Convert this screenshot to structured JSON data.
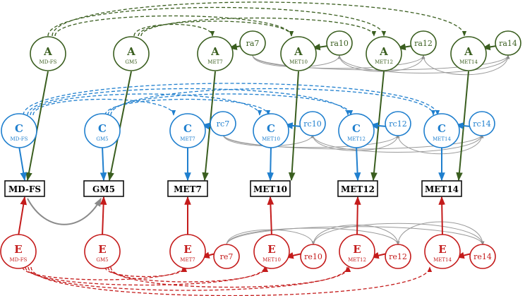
{
  "colors": {
    "additive": "#3a5e1f",
    "common": "#1f7fce",
    "unique": "#c41b1b",
    "residual_link": "#9a9a9a",
    "box": "#111111"
  },
  "boxes": [
    {
      "id": "MD-FS",
      "label": "MD-FS"
    },
    {
      "id": "GM5",
      "label": "GM5"
    },
    {
      "id": "MET7",
      "label": "MET7"
    },
    {
      "id": "MET10",
      "label": "MET10"
    },
    {
      "id": "MET12",
      "label": "MET12"
    },
    {
      "id": "MET14",
      "label": "MET14"
    }
  ],
  "A_factors": [
    {
      "id": "A-MD-FS",
      "letter": "A",
      "sub": "MD-FS"
    },
    {
      "id": "A-GM5",
      "letter": "A",
      "sub": "GM5"
    },
    {
      "id": "A-MET7",
      "letter": "A",
      "sub": "MET7"
    },
    {
      "id": "A-MET10",
      "letter": "A",
      "sub": "MET10"
    },
    {
      "id": "A-MET12",
      "letter": "A",
      "sub": "MET12"
    },
    {
      "id": "A-MET14",
      "letter": "A",
      "sub": "MET14"
    }
  ],
  "C_factors": [
    {
      "id": "C-MD-FS",
      "letter": "C",
      "sub": "MD-FS"
    },
    {
      "id": "C-GM5",
      "letter": "C",
      "sub": "GM5"
    },
    {
      "id": "C-MET7",
      "letter": "C",
      "sub": "MET7"
    },
    {
      "id": "C-MET10",
      "letter": "C",
      "sub": "MET10"
    },
    {
      "id": "C-MET12",
      "letter": "C",
      "sub": "MET12"
    },
    {
      "id": "C-MET14",
      "letter": "C",
      "sub": "MET14"
    }
  ],
  "E_factors": [
    {
      "id": "E-MD-FS",
      "letter": "E",
      "sub": "MD-FS"
    },
    {
      "id": "E-GM5",
      "letter": "E",
      "sub": "GM5"
    },
    {
      "id": "E-MET7",
      "letter": "E",
      "sub": "MET7"
    },
    {
      "id": "E-MET10",
      "letter": "E",
      "sub": "MET10"
    },
    {
      "id": "E-MET12",
      "letter": "E",
      "sub": "MET12"
    },
    {
      "id": "E-MET14",
      "letter": "E",
      "sub": "MET14"
    }
  ],
  "A_residuals": [
    {
      "id": "ra7",
      "label": "ra7"
    },
    {
      "id": "ra10",
      "label": "ra10"
    },
    {
      "id": "ra12",
      "label": "ra12"
    },
    {
      "id": "ra14",
      "label": "ra14"
    }
  ],
  "C_residuals": [
    {
      "id": "rc7",
      "label": "rc7"
    },
    {
      "id": "rc10",
      "label": "rc10"
    },
    {
      "id": "rc12",
      "label": "rc12"
    },
    {
      "id": "rc14",
      "label": "rc14"
    }
  ],
  "E_residuals": [
    {
      "id": "re7",
      "label": "re7"
    },
    {
      "id": "re10",
      "label": "re10"
    },
    {
      "id": "re12",
      "label": "re12"
    },
    {
      "id": "re14",
      "label": "re14"
    }
  ]
}
